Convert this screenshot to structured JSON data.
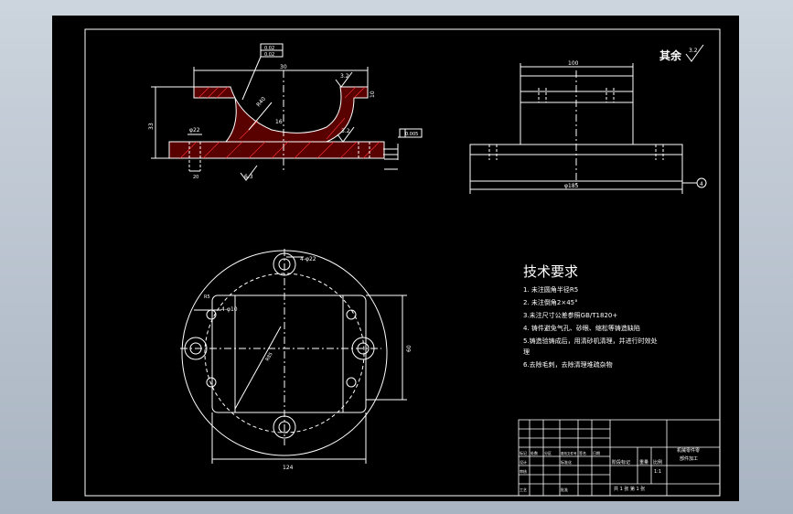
{
  "drawing": {
    "roughness_note": {
      "label": "其余",
      "value": "3.2"
    },
    "section_view": {
      "top_mark": "30",
      "top_tolerance_1": "0.02",
      "top_tolerance_2": "0.02",
      "radius_label": "R40",
      "roughness_right": "3.2",
      "height_right": "10",
      "height_left": "33",
      "hole_label": "φ22",
      "small_label": "16",
      "roughness_bottom_right": "3.2",
      "flatness_label": "0.005",
      "bottom_label": "20",
      "roughness_bottom": "6.3"
    },
    "side_view": {
      "top_dim": "100",
      "base_dim": "φ185",
      "callout": "4"
    },
    "plan_view": {
      "hole_top": "4-φ22",
      "hole_left": "4-φ10",
      "corner_label": "R5",
      "diag_label": "R85",
      "height_dim": "60",
      "width_dim": "124"
    },
    "tech_req": {
      "title": "技术要求",
      "items": [
        "1. 未注圆角半径R5",
        "2. 未注倒角2×45°",
        "3.未注尺寸公差参照GB/T1820+",
        "4. 铸件避免气孔、砂眼、缩松等铸造缺陷",
        "5.铸造验铸成后，用清砂机清理，并进行时效处",
        "理",
        "6.去除毛刺，去除清理堆疏杂物"
      ]
    },
    "title_block": {
      "part_name_1": "机械零件零",
      "part_name_2": "部件加工",
      "stage_marks": "阶段标记",
      "weight": "重量",
      "scale": "比例",
      "scale_value": "1:1",
      "sheet_info": "共 1 张  第 1 张",
      "row_labels": [
        "标记",
        "设计",
        "审核",
        "工艺"
      ],
      "col_labels": [
        "处数",
        "分区",
        "更改文件号",
        "签名",
        "日期"
      ],
      "std": "标准化",
      "approve": "批准"
    }
  }
}
